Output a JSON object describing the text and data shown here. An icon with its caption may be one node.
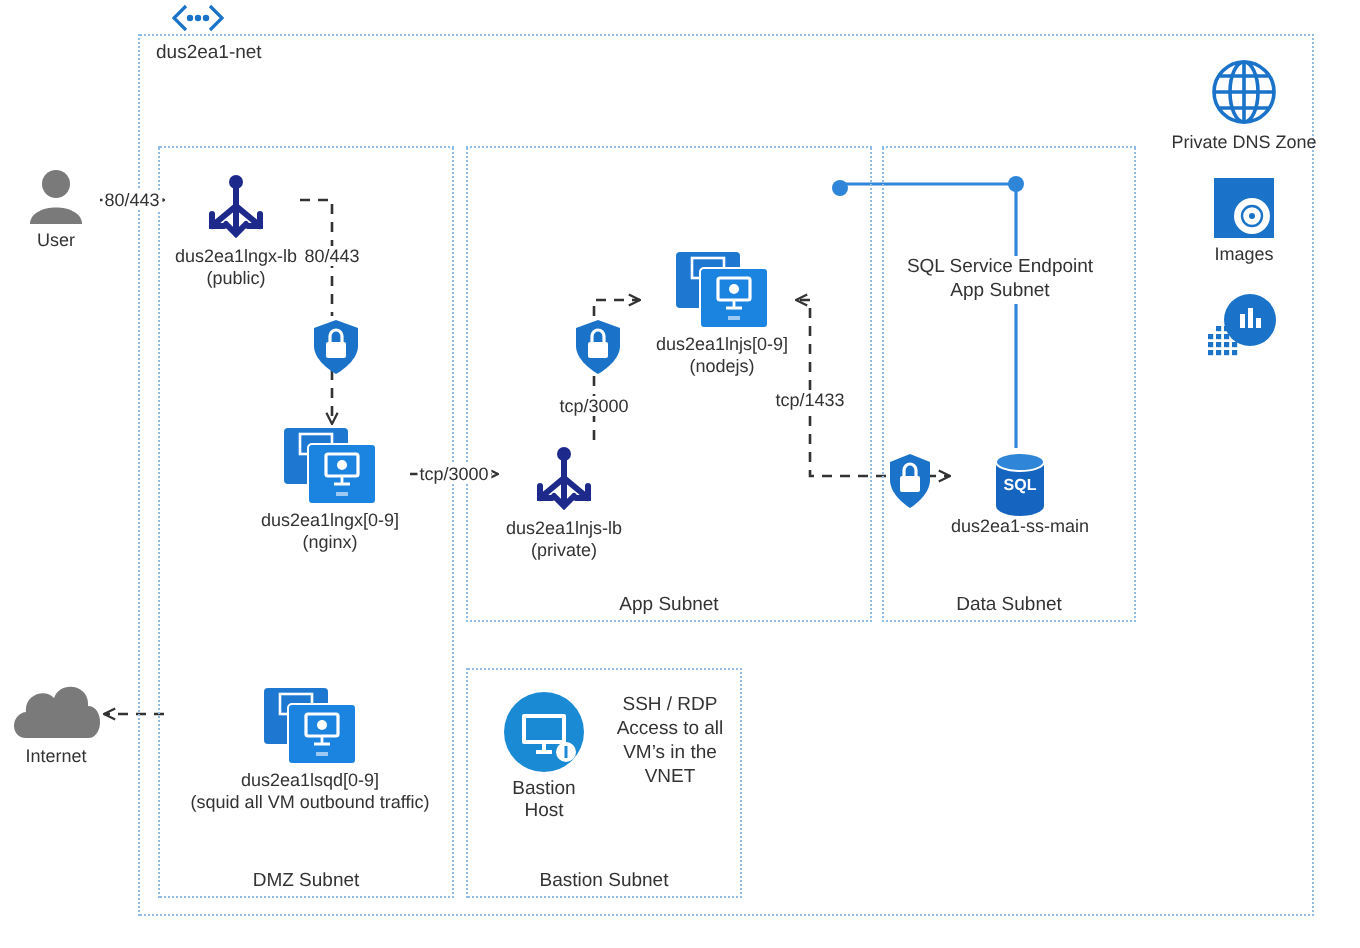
{
  "diagram": {
    "nodes": [
      {
        "text": [
          "dus2ea1-net"
        ]
      },
      {
        "text": [
          "DMZ Subnet"
        ],
        "in": 0
      },
      {
        "text": [
          "App Subnet"
        ],
        "in": 0
      },
      {
        "text": [
          "Data Subnet"
        ],
        "in": 0
      },
      {
        "text": [
          "Bastion Subnet"
        ],
        "in": 0
      },
      {
        "text": [
          "User"
        ]
      },
      {
        "text": [
          "dus2ea1lngx-lb",
          "(public)"
        ],
        "in": 1
      },
      {
        "text": [],
        "shape": "shield",
        "in": 1
      },
      {
        "text": [
          "dus2ea1lngx[0-9]",
          "(nginx)"
        ],
        "in": 1
      },
      {
        "text": [
          "dus2ea1lnjs-lb",
          "(private)"
        ],
        "in": 2
      },
      {
        "text": [],
        "shape": "shield",
        "in": 2
      },
      {
        "text": [
          "dus2ea1lnjs[0-9]",
          "(nodejs)"
        ],
        "in": 2
      },
      {
        "text": [],
        "shape": "shield",
        "in": 3
      },
      {
        "text": [
          "SQL",
          "dus2ea1-ss-main"
        ],
        "in": 3
      },
      {
        "text": [],
        "shape": "circle",
        "in": 2
      },
      {
        "text": [
          "Internet"
        ]
      },
      {
        "text": [
          "dus2ea1lsqd[0-9]",
          "(squid all VM outbound traffic)"
        ],
        "in": 1
      },
      {
        "text": [
          "Bastion Host"
        ],
        "beside": [
          "SSH / RDP Access to all VM’s in the VNET"
        ],
        "in": 4
      },
      {
        "text": [
          "Private DNS Zone"
        ],
        "in": 0
      },
      {
        "text": [
          "Images"
        ],
        "in": 0
      }
    ],
    "edges": [
      {
        "from": 5,
        "to": 6,
        "arrow": "to",
        "label": "80/443",
        "style": "dashed"
      },
      {
        "from": 6,
        "to": 7,
        "arrow": "none",
        "label": "80/443",
        "style": "dashed"
      },
      {
        "from": 7,
        "to": 8,
        "arrow": "to",
        "style": "dashed"
      },
      {
        "from": 8,
        "to": 9,
        "arrow": "to",
        "label": "tcp/3000",
        "style": "dashed"
      },
      {
        "from": 9,
        "to": 10,
        "arrow": "none",
        "label": "tcp/3000",
        "style": "dashed"
      },
      {
        "from": 10,
        "to": 11,
        "arrow": "to",
        "style": "dashed"
      },
      {
        "from": 12,
        "to": 11,
        "arrow": "to",
        "label": "tcp/1433",
        "style": "dashed"
      },
      {
        "from": 12,
        "to": 13,
        "arrow": "to",
        "style": "dashed"
      },
      {
        "from": 13,
        "to": 14,
        "arrow": "none",
        "color": "#2f86d8"
      },
      {
        "from": 16,
        "to": 15,
        "arrow": "to",
        "style": "dashed"
      }
    ],
    "labels": [
      "SQL Service Endpoint App Subnet"
    ]
  }
}
